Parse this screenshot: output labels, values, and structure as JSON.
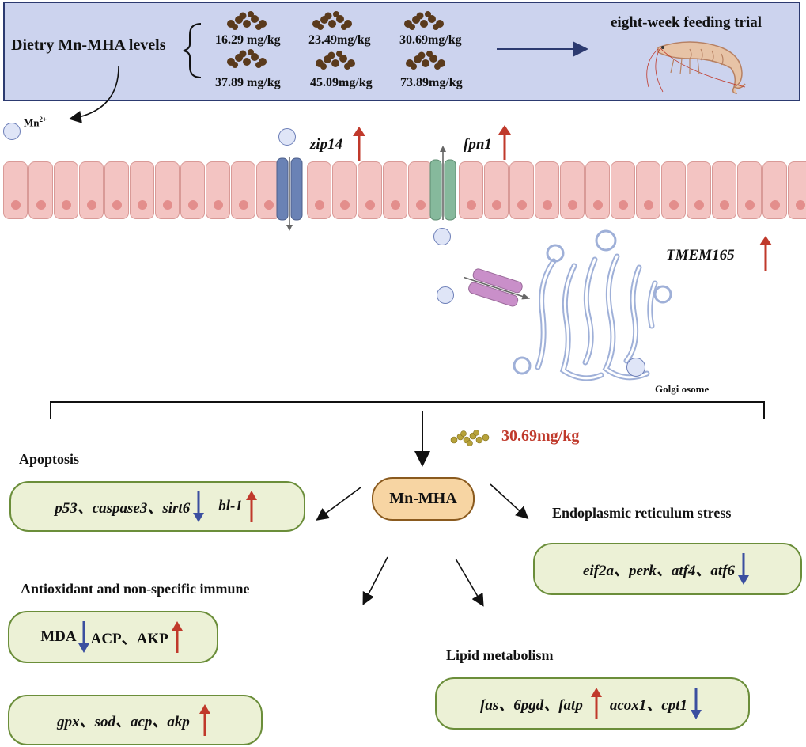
{
  "banner": {
    "title": "Dietry Mn-MHA levels",
    "doses": [
      "16.29 mg/kg",
      "23.49mg/kg",
      "30.69mg/kg",
      "37.89 mg/kg",
      "45.09mg/kg",
      "73.89mg/kg"
    ],
    "trial_label": "eight-week feeding trial"
  },
  "membrane": {
    "ion_label_base": "Mn",
    "ion_label_charge": "2+",
    "zip14": "zip14",
    "fpn1": "fpn1",
    "tmem165": "TMEM165",
    "golgi_label": "Golgi osome"
  },
  "center": {
    "optimal_dose": "30.69mg/kg",
    "node_label": "Mn-MHA"
  },
  "sections": {
    "apoptosis": {
      "title": "Apoptosis",
      "genes_down": "p53、caspase3、sirt6",
      "genes_up": "bl-1"
    },
    "er_stress": {
      "title": "Endoplasmic reticulum stress",
      "genes": "eif2a、perk、atf4、atf6"
    },
    "antioxidant": {
      "title": "Antioxidant and non-specific immune",
      "row1_down": "MDA",
      "row1_up": "ACP、AKP",
      "row2": "gpx、sod、acp、akp"
    },
    "lipid": {
      "title": "Lipid metabolism",
      "genes_up": "fas、6pgd、fatp",
      "genes_down": "acox1、cpt1"
    }
  },
  "colors": {
    "up_arrow": "#c0392b",
    "down_arrow": "#3b4fa0",
    "banner_bg": "#ccd3ee",
    "box_fill": "#ecf1d6",
    "box_border": "#6b8e3a",
    "node_fill": "#f7d5a3"
  }
}
